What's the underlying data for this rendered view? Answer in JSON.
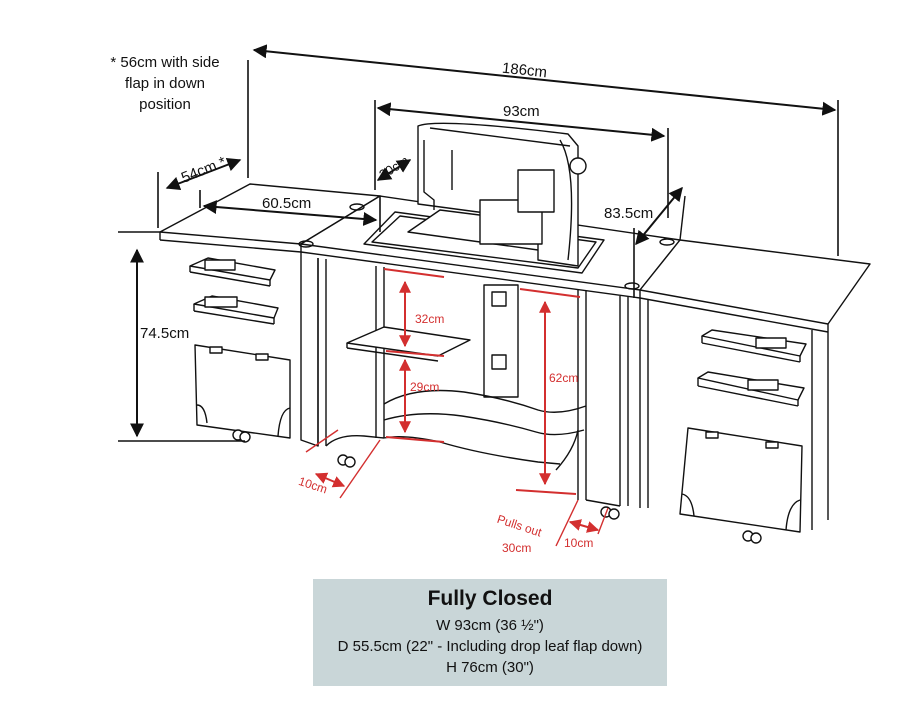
{
  "note": {
    "line1": "* 56cm with side",
    "line2": "flap in down",
    "line3": "position"
  },
  "dimensions": {
    "overall_width": "186cm",
    "center_width": "93cm",
    "side_depth": "54cm *",
    "insert_depth": "30cm",
    "left_width": "60.5cm",
    "right_depth": "83.5cm",
    "height": "74.5cm"
  },
  "interior_dimensions": {
    "upper_gap": "32cm",
    "lower_gap": "29cm",
    "shelf_height": "62cm",
    "left_caster": "10cm",
    "pulls_out_line1": "Pulls out",
    "pulls_out_line2": "30cm",
    "right_caster": "10cm"
  },
  "info_box": {
    "title": "Fully Closed",
    "width": "W 93cm (36 ½\")",
    "depth": "D 55.5cm (22\" - Including drop leaf flap down)",
    "height": "H 76cm (30\")"
  },
  "colors": {
    "line": "#111111",
    "accent_red": "#d32f2f",
    "box_bg": "#c9d6d8"
  }
}
